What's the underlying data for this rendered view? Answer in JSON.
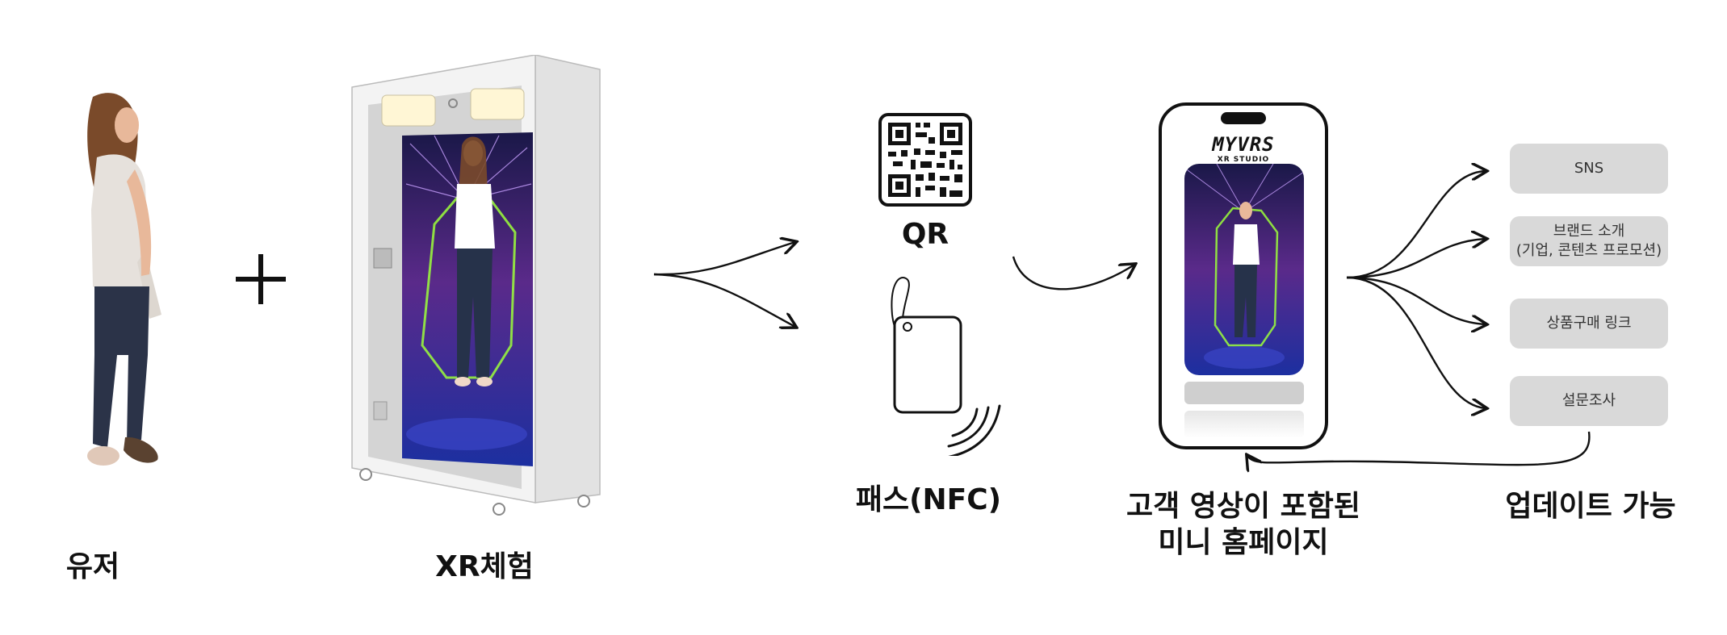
{
  "labels": {
    "user": "유저",
    "xr": "XR체험",
    "qr": "QR",
    "nfc": "패스(NFC)",
    "homepage": "고객 영상이 포함된\n미니 홈페이지",
    "update": "업데이트 가능"
  },
  "phone": {
    "brand": "MYVRS",
    "sub": "XR STUDIO"
  },
  "options": [
    {
      "id": "sns",
      "label": "SNS"
    },
    {
      "id": "brand",
      "label": "브랜드 소개\n(기업, 콘텐츠 프로모션)"
    },
    {
      "id": "purchase",
      "label": "상품구매 링크"
    },
    {
      "id": "survey",
      "label": "설문조사"
    }
  ],
  "colors": {
    "line": "#111111",
    "pill": "#d9d9d9",
    "booth_frame": "#eeeeee",
    "screen_bg": "#2a2f8a",
    "neon_green": "#9cff3a"
  },
  "icons": [
    "plus-icon",
    "qr-code-icon",
    "nfc-card-icon",
    "nfc-wave-icon",
    "phone-icon"
  ]
}
